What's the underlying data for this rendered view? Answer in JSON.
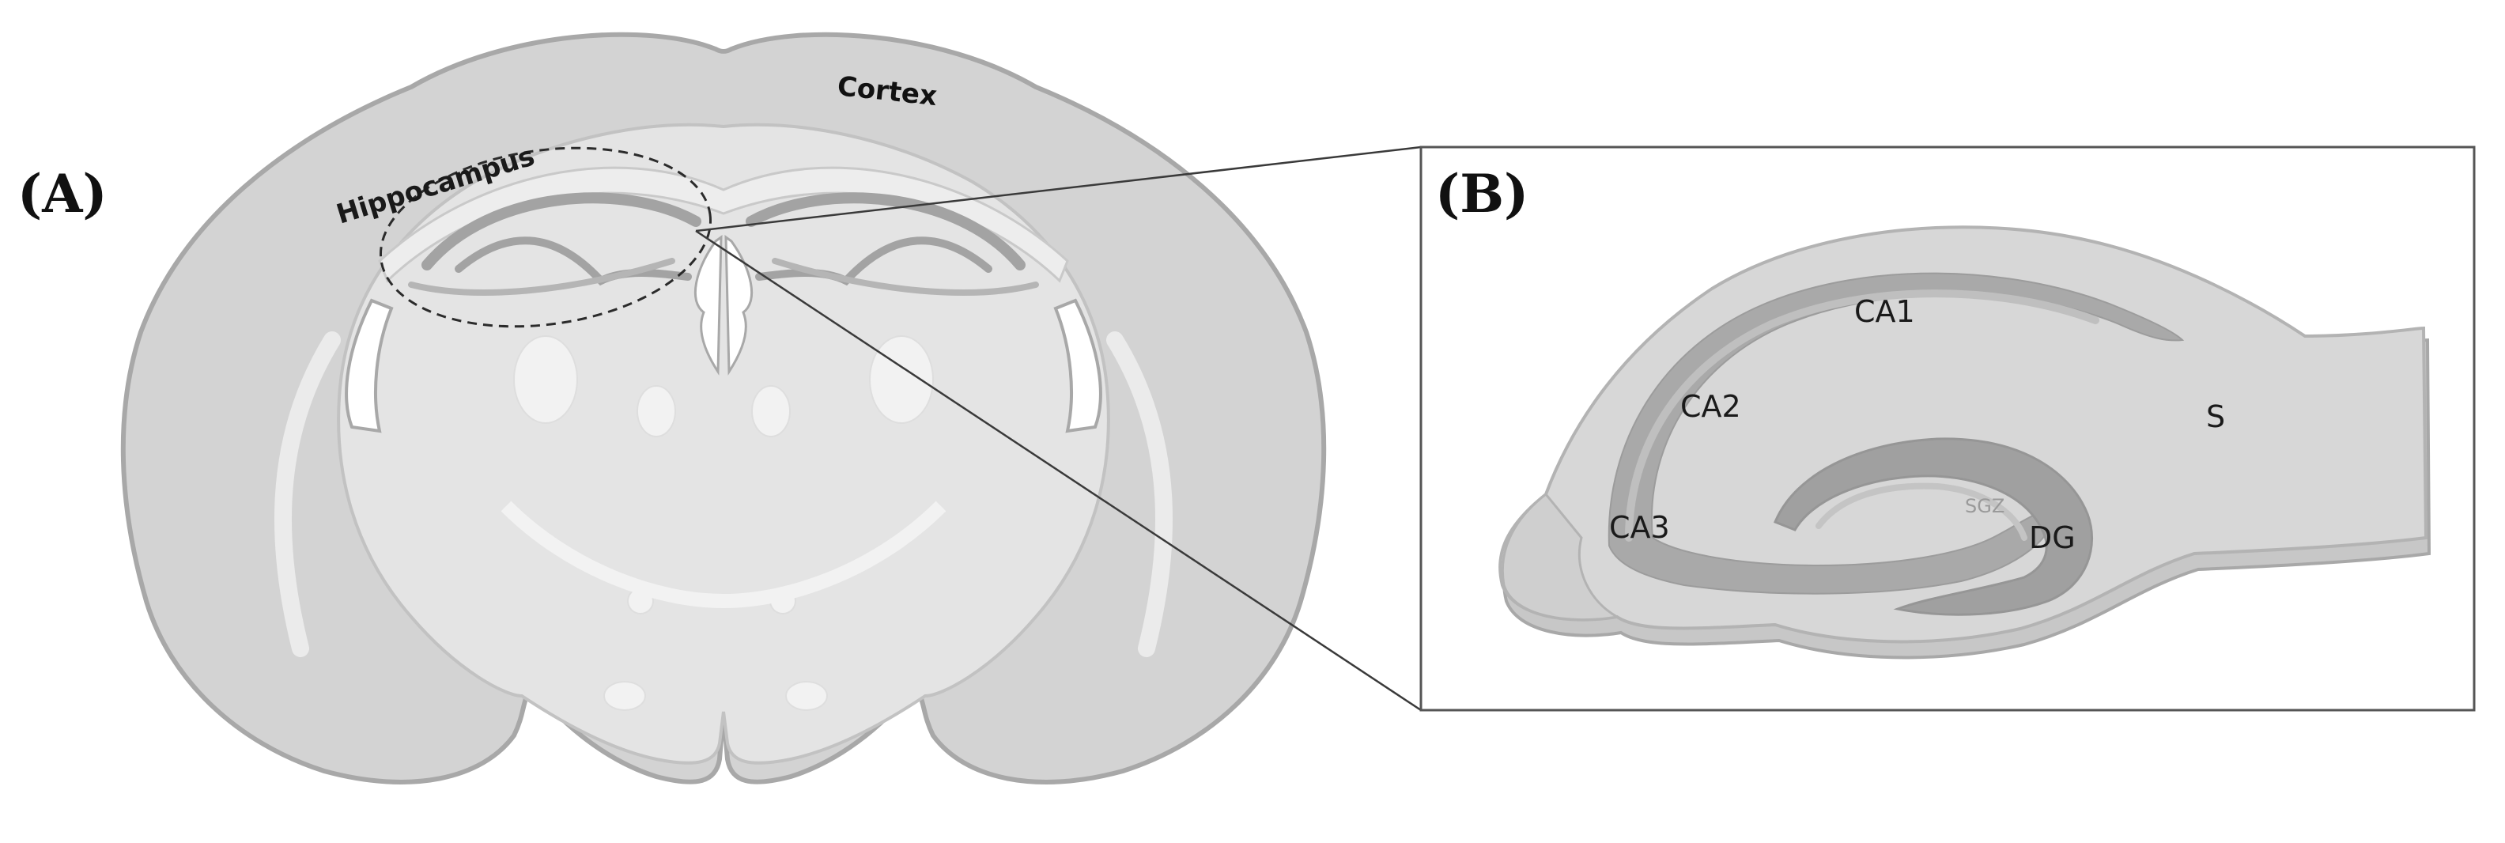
{
  "panels": {
    "a_label": "(A)",
    "b_label": "(B)"
  },
  "brain": {
    "hippocampus_label": "Hippocampus",
    "cortex_label": "Cortex"
  },
  "hippocampus_detail": {
    "ca1_label": "CA1",
    "ca2_label": "CA2",
    "ca3_label": "CA3",
    "s_label": "S",
    "dg_label": "DG",
    "sgz_label": "SGZ"
  },
  "colors": {
    "cortex_fill": "#d3d3d3",
    "inner_fill": "#e4e4e4",
    "outline": "#a8a8a8",
    "hippo_band": "#a3a3a3",
    "frame": "#555555"
  }
}
